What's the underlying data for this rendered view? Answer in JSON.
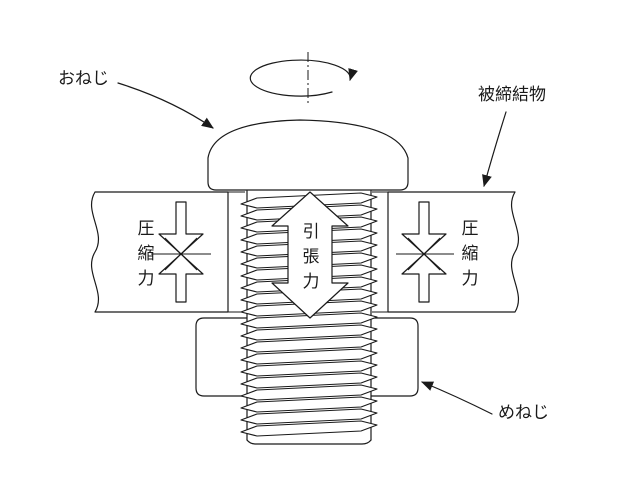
{
  "labels": {
    "male_screw": "おねじ",
    "clamped_member": "被締結物",
    "female_screw": "めねじ"
  },
  "forces": {
    "compression_left": [
      "圧",
      "縮",
      "力"
    ],
    "tension": [
      "引",
      "張",
      "力"
    ],
    "compression_right": [
      "圧",
      "縮",
      "力"
    ]
  }
}
